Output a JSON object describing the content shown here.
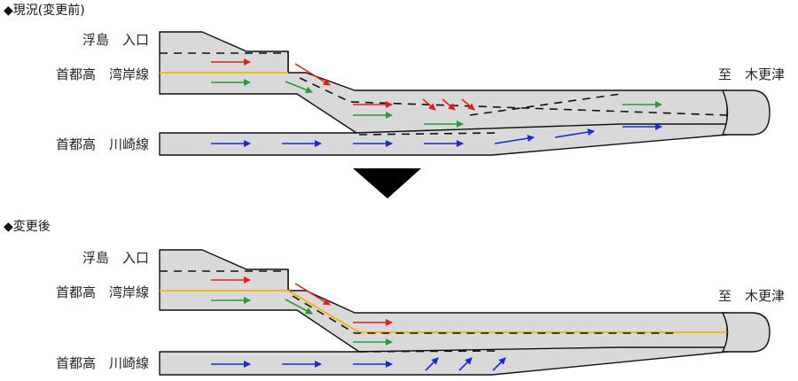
{
  "before": {
    "heading": "◆現況(変更前)",
    "labels": {
      "ukishima": "浮島　入口",
      "wangan": "首都高　湾岸線",
      "kawasaki": "首都高　川崎線",
      "destination": "至　木更津"
    }
  },
  "after": {
    "heading": "◆変更後",
    "labels": {
      "ukishima": "浮島　入口",
      "wangan": "首都高　湾岸線",
      "kawasaki": "首都高　川崎線",
      "destination": "至　木更津"
    }
  },
  "colors": {
    "red": "#e02020",
    "green": "#2a9a3a",
    "blue": "#1a2ad6",
    "orange": "#f2b400",
    "road": "#d9d9d9",
    "triangle": "#000000"
  }
}
